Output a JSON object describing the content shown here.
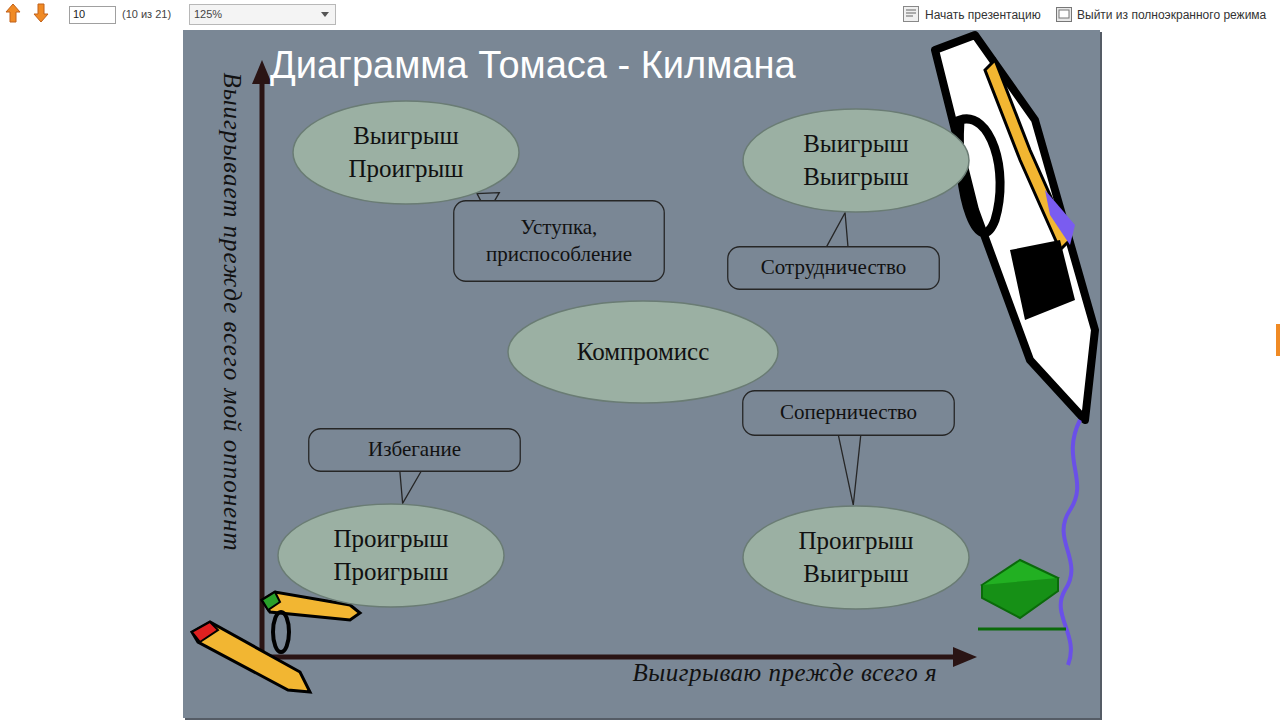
{
  "diagram": {
    "title": "Диаграмма Томаса - Килмана",
    "nodes": [
      {
        "text": [
          "Выигрыш Проигрыш"
        ]
      },
      {
        "text": [
          "Выигрыш Выигрыш"
        ]
      },
      {
        "text": [
          "Уступка, приспособление"
        ]
      },
      {
        "text": [
          "Сотрудничество"
        ]
      },
      {
        "text": [
          "Компромисс"
        ]
      },
      {
        "text": [
          "Соперничество"
        ]
      },
      {
        "text": [
          "Избегание"
        ]
      },
      {
        "text": [
          "Проигрыш Проигрыш"
        ]
      },
      {
        "text": [
          "Проигрыш Выигрыш"
        ]
      }
    ],
    "edges": [
      {
        "from": 2,
        "to": 0,
        "arrow": "none"
      },
      {
        "from": 3,
        "to": 1,
        "arrow": "none"
      },
      {
        "from": 5,
        "to": 8,
        "arrow": "none"
      },
      {
        "from": 6,
        "to": 7,
        "arrow": "none"
      }
    ],
    "labels": [
      "10",
      "(10 из 21)",
      "125%",
      "Начать презентацию",
      "Выйти из полноэкранного режима",
      "Выигрывает прежде всего мой оппонент",
      "Выигрываю прежде всего я"
    ]
  }
}
